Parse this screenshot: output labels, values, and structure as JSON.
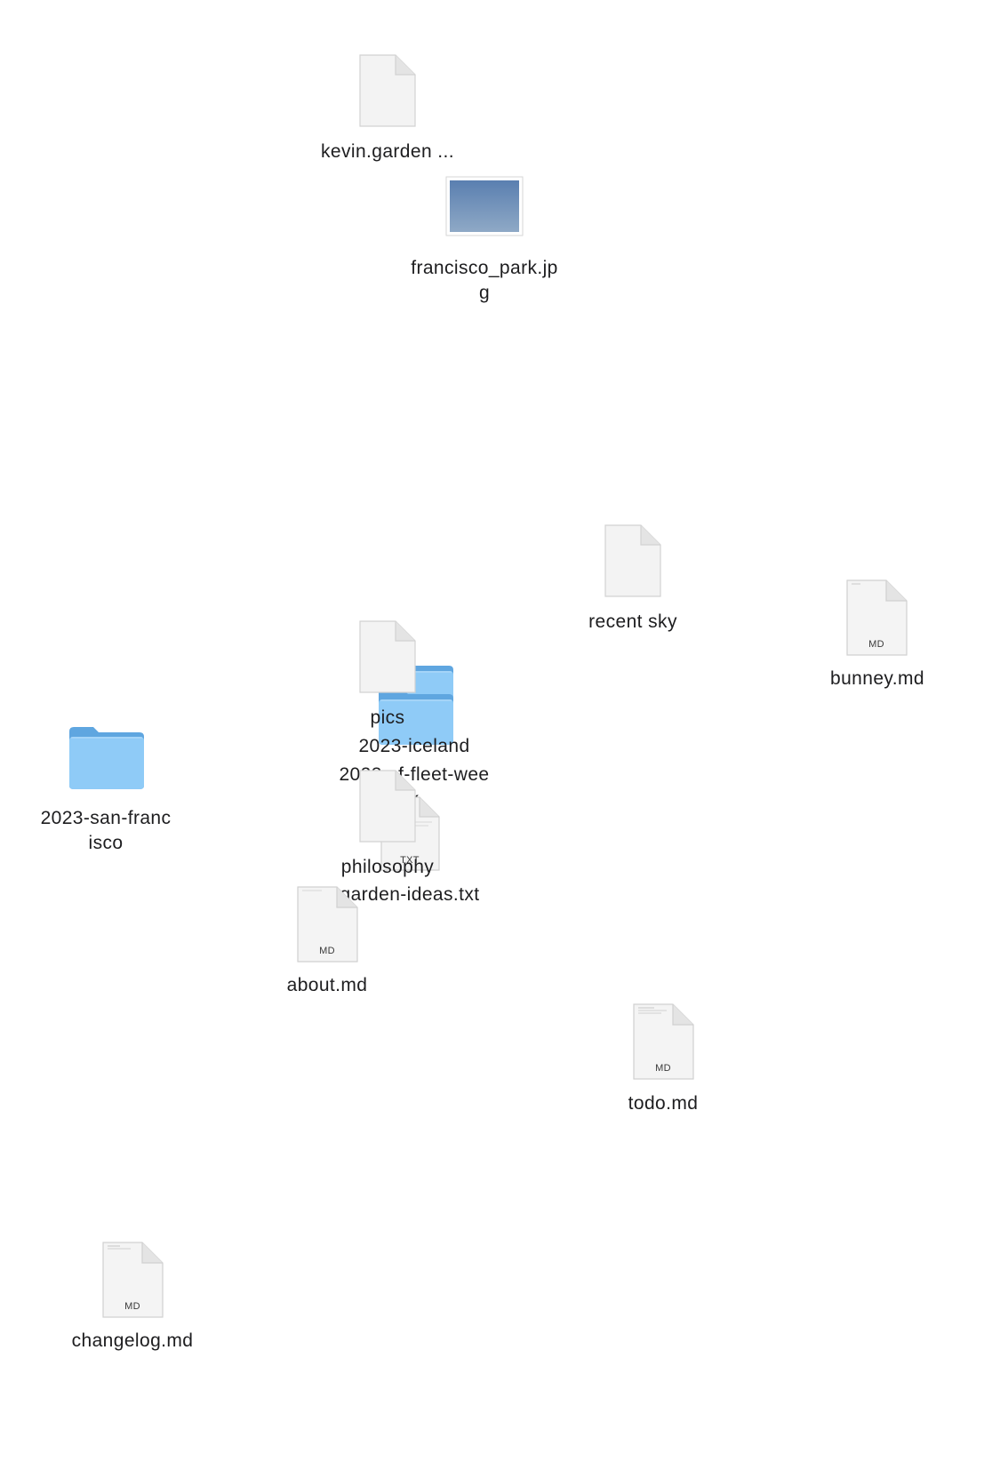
{
  "desktop": {
    "items": [
      {
        "id": "kevin-garden",
        "kind": "document",
        "label": "kevin.garden ..."
      },
      {
        "id": "francisco-park",
        "kind": "image",
        "label": "francisco_park.jpg"
      },
      {
        "id": "recent-sky",
        "kind": "document",
        "label": "recent sky"
      },
      {
        "id": "bunney",
        "kind": "markdown",
        "label": "bunney.md",
        "badge": "MD"
      },
      {
        "id": "sf-fleet-week",
        "kind": "folder",
        "label": "2023-sf-fleet-week"
      },
      {
        "id": "iceland",
        "kind": "folder",
        "label": "2023-iceland"
      },
      {
        "id": "pics",
        "kind": "document",
        "label": "pics"
      },
      {
        "id": "san-francisco",
        "kind": "folder",
        "label": "2023-san-francisco"
      },
      {
        "id": "garden-ideas",
        "kind": "text",
        "label": "garden-ideas.txt",
        "badge": "TXT"
      },
      {
        "id": "philosophy",
        "kind": "document",
        "label": "philosophy"
      },
      {
        "id": "about",
        "kind": "markdown",
        "label": "about.md",
        "badge": "MD"
      },
      {
        "id": "todo",
        "kind": "markdown",
        "label": "todo.md",
        "badge": "MD"
      },
      {
        "id": "changelog",
        "kind": "markdown",
        "label": "changelog.md",
        "badge": "MD"
      }
    ]
  },
  "icons": {
    "document": "blank-document-icon",
    "markdown": "markdown-document-icon",
    "text": "text-document-icon",
    "folder": "folder-icon",
    "image": "image-thumbnail-icon"
  },
  "colors": {
    "folder_front": "#8fcbf7",
    "folder_back": "#5fa6e0",
    "page": "#f3f3f3",
    "page_edge": "#d0d0d0",
    "image_top": "#5a7fb0",
    "image_bottom": "#8fa9c6",
    "label": "#1d1d1f"
  }
}
